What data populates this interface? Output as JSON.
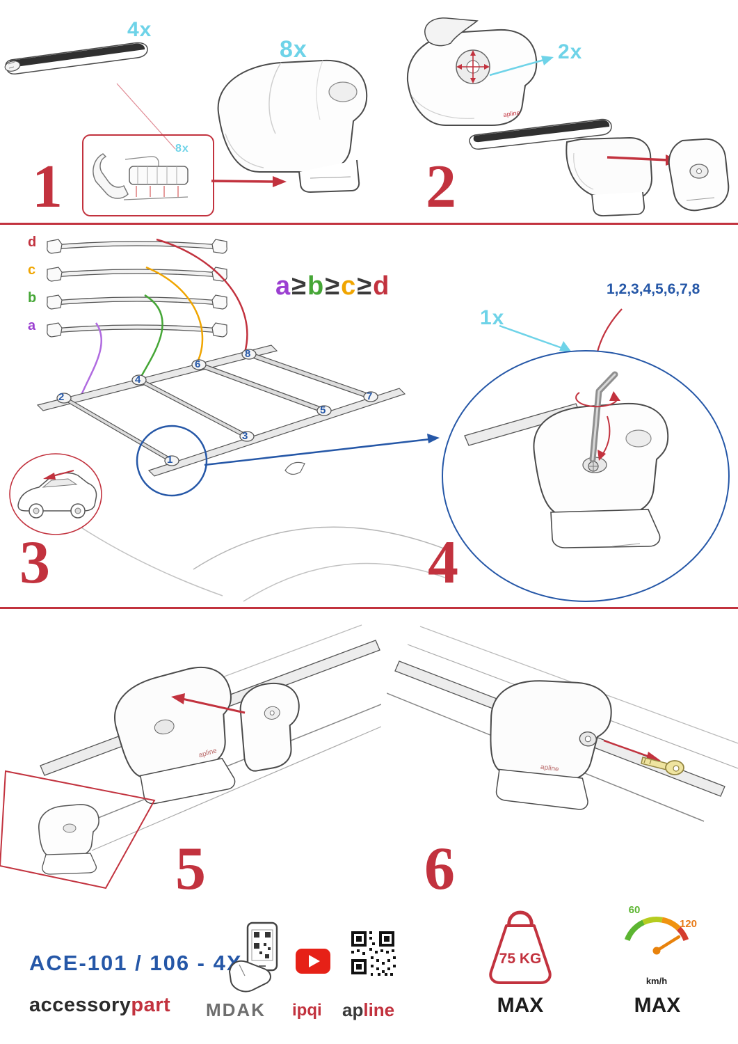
{
  "colors": {
    "accent_red": "#c2323e",
    "cyan": "#6ed3e8",
    "blue": "#2557a7",
    "purple": "#9b3fd1",
    "green": "#45a636",
    "orange": "#f0a500"
  },
  "step1": {
    "number": "1",
    "bar_qty": "4x",
    "foot_qty": "8x",
    "pad_qty": "8x"
  },
  "step2": {
    "number": "2",
    "cover_qty": "2x"
  },
  "step3": {
    "number": "3",
    "bar_labels": [
      "d",
      "c",
      "b",
      "a"
    ],
    "formula": [
      "a",
      "≥",
      "b",
      "≥",
      "c",
      "≥",
      "d"
    ],
    "roof_positions": [
      "1",
      "2",
      "3",
      "4",
      "5",
      "6",
      "7",
      "8"
    ]
  },
  "step4": {
    "number": "4",
    "tool_qty": "1x",
    "sequence": "1,2,3,4,5,6,7,8",
    "first_position": "1"
  },
  "step5": {
    "number": "5"
  },
  "step6": {
    "number": "6"
  },
  "illustrations": {
    "clamp_logo": "apline"
  },
  "footer": {
    "model": "ACE-101 / 106 - 4X",
    "brand_black": "accessory",
    "brand_red": "part",
    "logo_mdak": "MDAK",
    "logo_ipqi": "ipqi",
    "logo_apline_dark": "ap",
    "logo_apline_red": "line",
    "weight_value": "75 KG",
    "weight_max": "MAX",
    "speed_low": "60",
    "speed_high": "120",
    "speed_unit": "km/h",
    "speed_max": "MAX"
  }
}
